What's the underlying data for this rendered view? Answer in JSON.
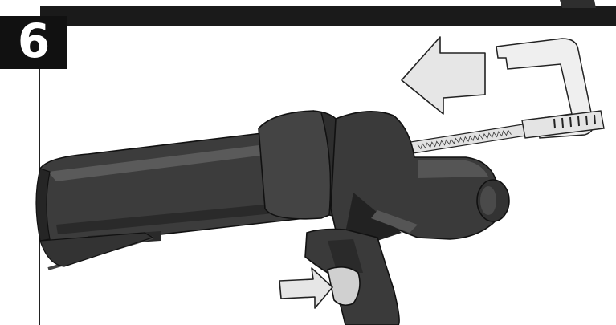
{
  "step": {
    "number": "6"
  },
  "colors": {
    "bar": "#1a1a1a",
    "tool_dark": "#3a3a3a",
    "tool_mid": "#555555",
    "arrow_fill": "#e6e6e6",
    "rod": "#d9d9d9"
  },
  "icons": {
    "left_arrow": "push-rod-direction-arrow",
    "right_arrow": "trigger-press-arrow"
  }
}
